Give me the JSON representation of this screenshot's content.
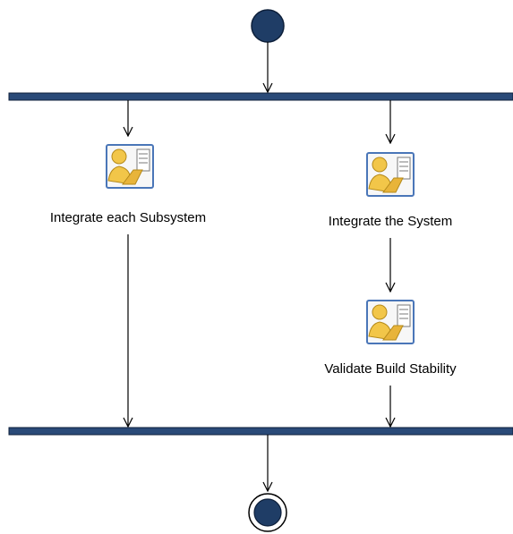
{
  "diagram": {
    "kind": "activity-diagram",
    "colors": {
      "node_fill": "#1f3d66",
      "node_stroke": "#0d1f3a",
      "bar_fill": "#2a4a78",
      "bar_stroke": "#0d1f3a",
      "edge": "#000000",
      "icon_person": "#f2c649",
      "icon_frame": "#4a76b8"
    },
    "activities": [
      {
        "id": "integrate-each-subsystem",
        "label": "Integrate each Subsystem",
        "icon": "role-task-icon"
      },
      {
        "id": "integrate-the-system",
        "label": "Integrate the System",
        "icon": "role-task-icon"
      },
      {
        "id": "validate-build-stability",
        "label": "Validate Build Stability",
        "icon": "role-task-icon"
      }
    ],
    "nodes": {
      "initial": "initial-node",
      "fork": "fork-bar",
      "join": "join-bar",
      "final": "final-node"
    },
    "edges": [
      {
        "from": "initial-node",
        "to": "fork-bar"
      },
      {
        "from": "fork-bar",
        "to": "integrate-each-subsystem"
      },
      {
        "from": "fork-bar",
        "to": "integrate-the-system"
      },
      {
        "from": "integrate-the-system",
        "to": "validate-build-stability"
      },
      {
        "from": "integrate-each-subsystem",
        "to": "join-bar"
      },
      {
        "from": "validate-build-stability",
        "to": "join-bar"
      },
      {
        "from": "join-bar",
        "to": "final-node"
      }
    ]
  }
}
